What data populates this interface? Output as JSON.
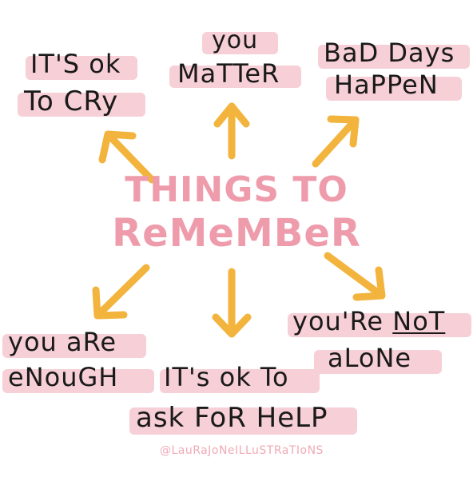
{
  "colors": {
    "highlight": "#f7cfd6",
    "title": "#ee9cac",
    "arrow": "#f2b43c",
    "text": "#1a1a1a",
    "credit": "#f0aab5"
  },
  "center": {
    "line1": "THINGS TO",
    "line2": "ReMeMBeR"
  },
  "messages": {
    "cry": {
      "line1": "IT'S ok",
      "line2": "To CRy"
    },
    "matter": {
      "line1": "you",
      "line2": "MaTTeR"
    },
    "bad_days": {
      "line1": "BaD Days",
      "line2": "HaPPeN"
    },
    "enough": {
      "line1": "you aRe",
      "line2": "eNouGH"
    },
    "help": {
      "line1": "IT's ok To",
      "line2": "ask FoR HeLP"
    },
    "not_alone": {
      "line1_a": "you'Re ",
      "line1_b": "NoT",
      "line2": "aLoNe"
    }
  },
  "credit": "@LauRaJoNeILLuSTRaTIoNS"
}
